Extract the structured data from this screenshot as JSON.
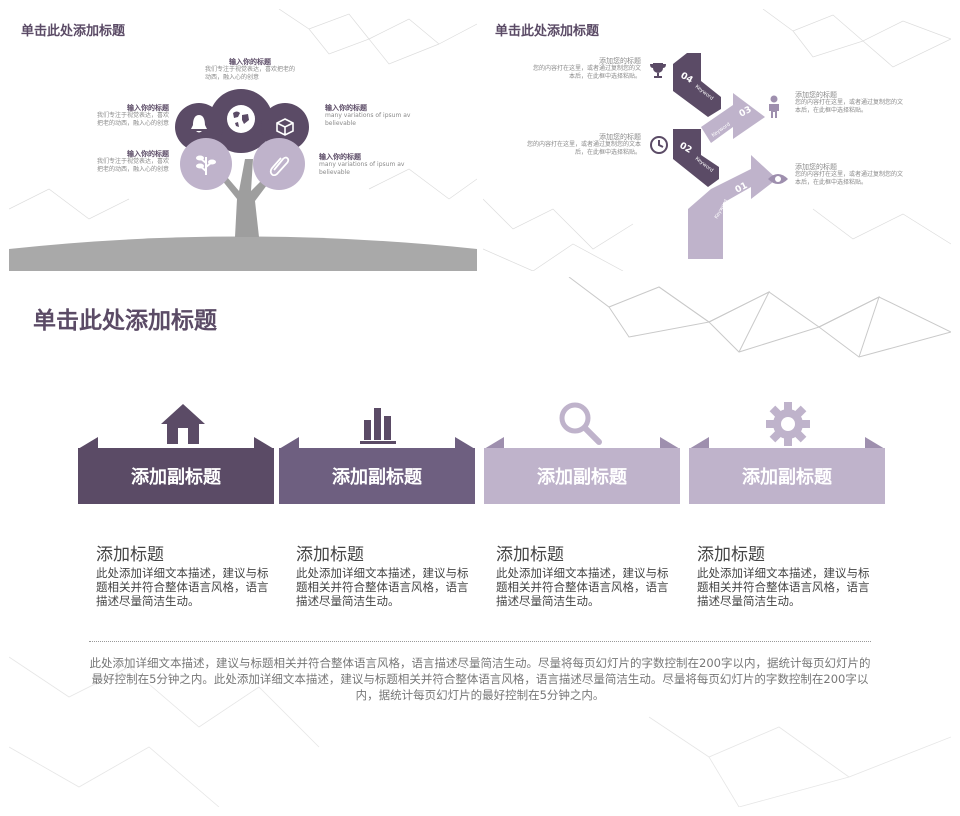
{
  "slide1": {
    "title": "单击此处添加标题",
    "items": [
      {
        "heading": "输入你的标题",
        "text": "我们专注于视觉表达，喜欢把老的动西，融入心的创意"
      },
      {
        "heading": "输入你的标题",
        "text": "我们专注于视觉表达，喜欢把老的动西，融入心的创意"
      },
      {
        "heading": "输入你的标题",
        "text": "我们专注于视觉表达，喜欢把老的动西，融入心的创意"
      },
      {
        "heading": "输入你的标题",
        "text": "many variations of ipsum av believable"
      },
      {
        "heading": "输入你的标题",
        "text": "many variations of ipsum av believable"
      }
    ],
    "icons": [
      "bell-icon",
      "globe-icon",
      "box-icon",
      "leaf-icon",
      "paperclip-icon"
    ]
  },
  "slide2": {
    "title": "单击此处添加标题",
    "steps": [
      {
        "num": "04",
        "label": "Keyword"
      },
      {
        "num": "03",
        "label": "Keyword"
      },
      {
        "num": "02",
        "label": "Keyword"
      },
      {
        "num": "01",
        "label": "Keyword"
      }
    ],
    "items": [
      {
        "heading": "添加您的标题",
        "text": "您的内容打在这里，或者通过复制您的文本后，在此框中选择粘贴。"
      },
      {
        "heading": "添加您的标题",
        "text": "您的内容打在这里，或者通过复制您的文本后，在此框中选择粘贴。"
      },
      {
        "heading": "添加您的标题",
        "text": "您的内容打在这里，或者通过复制您的文本后，在此框中选择粘贴。"
      },
      {
        "heading": "添加您的标题",
        "text": "您的内容打在这里，或者通过复制您的文本后，在此框中选择粘贴。"
      }
    ],
    "icons": [
      "trophy-icon",
      "person-icon",
      "clock-icon",
      "eye-icon"
    ]
  },
  "slide3": {
    "title": "单击此处添加标题",
    "ribbons": [
      {
        "label": "添加副标题",
        "color": "#5b4b66",
        "icon": "house-icon"
      },
      {
        "label": "添加副标题",
        "color": "#6e5f80",
        "icon": "bar-chart-icon"
      },
      {
        "label": "添加副标题",
        "color": "#bfb3cb",
        "icon": "magnifier-icon"
      },
      {
        "label": "添加副标题",
        "color": "#bfb3cb",
        "icon": "gear-icon"
      }
    ],
    "columns": [
      {
        "heading": "添加标题",
        "text": "此处添加详细文本描述，建议与标题相关并符合整体语言风格，语言描述尽量简洁生动。"
      },
      {
        "heading": "添加标题",
        "text": "此处添加详细文本描述，建议与标题相关并符合整体语言风格，语言描述尽量简洁生动。"
      },
      {
        "heading": "添加标题",
        "text": "此处添加详细文本描述，建议与标题相关并符合整体语言风格，语言描述尽量简洁生动。"
      },
      {
        "heading": "添加标题",
        "text": "此处添加详细文本描述，建议与标题相关并符合整体语言风格，语言描述尽量简洁生动。"
      }
    ],
    "summary": "此处添加详细文本描述，建议与标题相关并符合整体语言风格，语言描述尽量简洁生动。尽量将每页幻灯片的字数控制在200字以内，据统计每页幻灯片的最好控制在5分钟之内。此处添加详细文本描述，建议与标题相关并符合整体语言风格，语言描述尽量简洁生动。尽量将每页幻灯片的字数控制在200字以内，据统计每页幻灯片的最好控制在5分钟之内。"
  },
  "colors": {
    "dark": "#5b4b66",
    "mid": "#6e5f80",
    "light": "#bfb3cb",
    "gray": "#9e9e9e"
  }
}
